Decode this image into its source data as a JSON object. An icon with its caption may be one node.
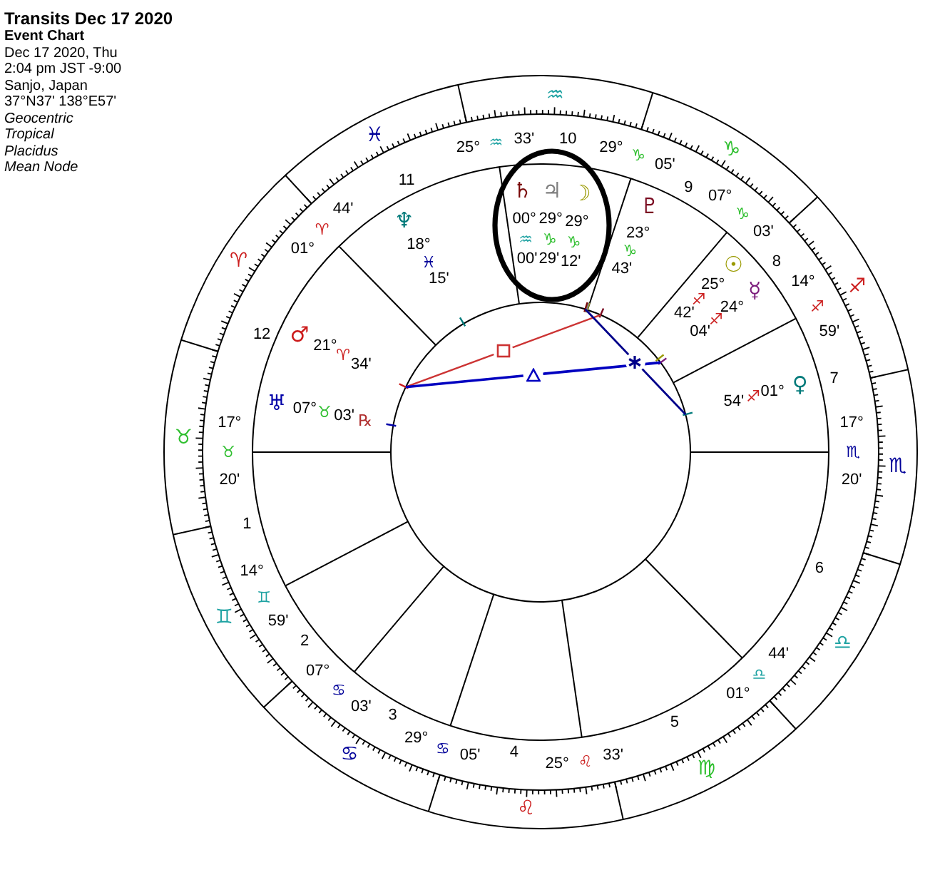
{
  "diagram": {
    "title": "Transits Dec 17 2020",
    "labels": [
      "Event Chart",
      "Dec 17 2020, Thu",
      "2:04 pm JST -9:00",
      "Sanjo, Japan",
      "37°N37' 138°E57'",
      "Geocentric",
      "Tropical",
      "Placidus",
      "Mean Node",
      "♈",
      "♉",
      "♊",
      "♋",
      "♌",
      "♍",
      "♎",
      "♏",
      "♐",
      "♑",
      "♒",
      "♓",
      "17°",
      "♉",
      "20'",
      "14°",
      "♊",
      "59'",
      "07°",
      "♋",
      "03'",
      "29°",
      "♋",
      "05'",
      "25°",
      "♌",
      "33'",
      "01°",
      "♎",
      "44'",
      "17°",
      "♏",
      "20'",
      "14°",
      "♐",
      "59'",
      "07°",
      "♑",
      "03'",
      "29°",
      "♑",
      "05'",
      "25°",
      "♒",
      "33'",
      "01°",
      "♈",
      "44'",
      "1",
      "2",
      "3",
      "4",
      "5",
      "6",
      "7",
      "8",
      "9",
      "10",
      "11",
      "12",
      "☉",
      "25°",
      "♐",
      "42'",
      "☽",
      "29°",
      "♑",
      "12'",
      "☿",
      "24°",
      "♐",
      "04'",
      "54'",
      "♐",
      "01°",
      "♀",
      "♂",
      "21°",
      "♈",
      "34'",
      "♃",
      "29°",
      "♑",
      "29'",
      "♄",
      "00°",
      "♒",
      "00'",
      "♅",
      "07°",
      "♉",
      "03'",
      "℞",
      "♆",
      "18°",
      "♓",
      "15'",
      "♇",
      "23°",
      "♑",
      "43'"
    ]
  }
}
